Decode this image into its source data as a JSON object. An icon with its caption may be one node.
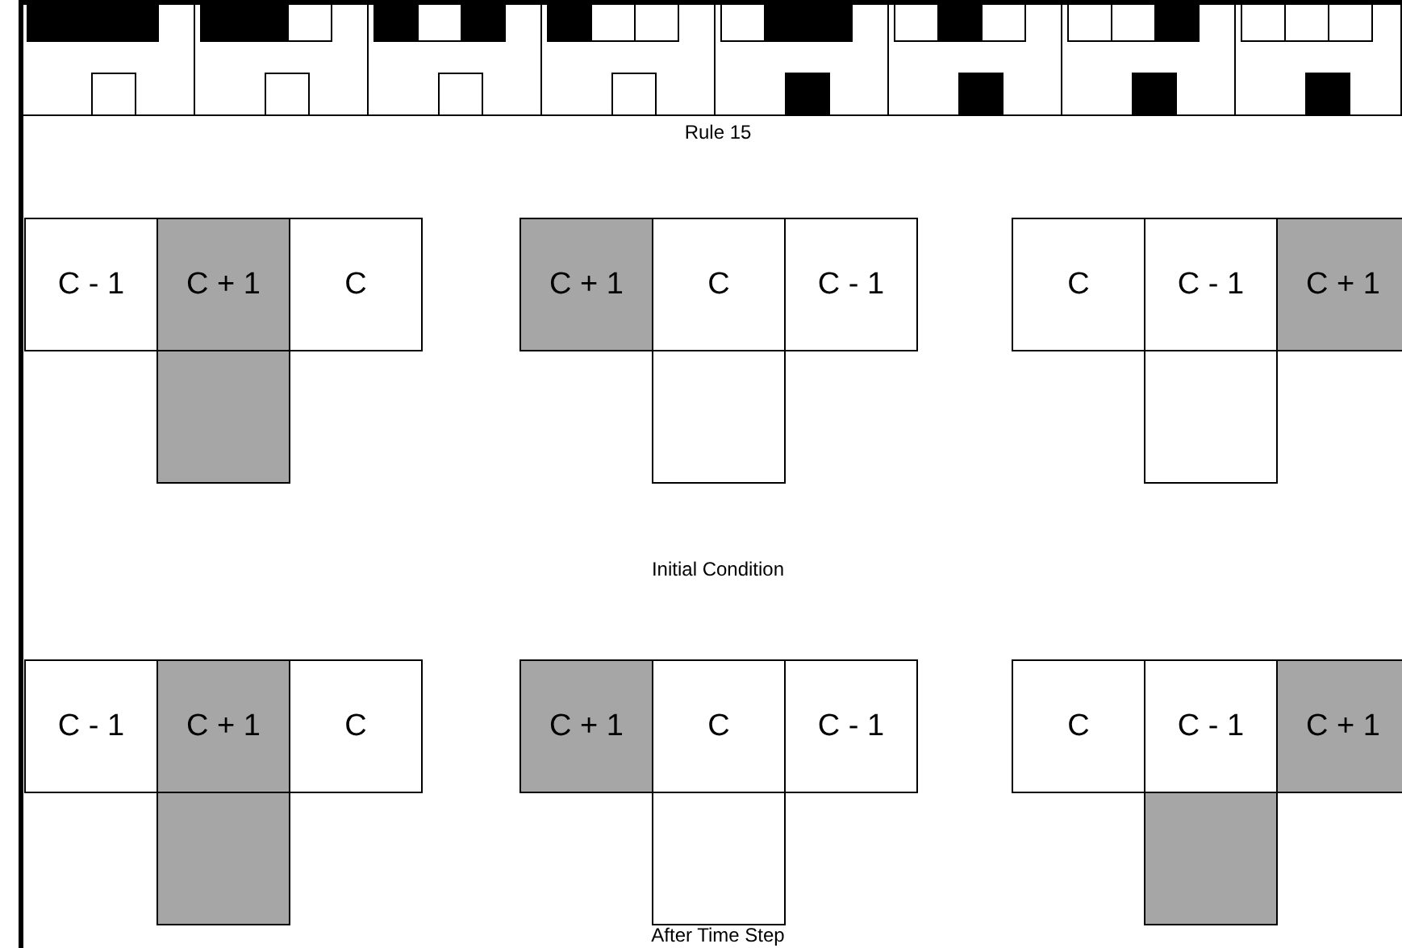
{
  "diagram": {
    "nodes": [
      {
        "text": [
          "C - 1"
        ]
      },
      {
        "text": [
          "C + 1"
        ]
      },
      {
        "text": [
          "C"
        ]
      },
      {
        "text": [],
        "shape": "box"
      },
      {
        "text": [
          "C + 1"
        ]
      },
      {
        "text": [
          "C"
        ]
      },
      {
        "text": [
          "C - 1"
        ]
      },
      {
        "text": [],
        "shape": "box"
      },
      {
        "text": [
          "C"
        ]
      },
      {
        "text": [
          "C - 1"
        ]
      },
      {
        "text": [
          "C + 1"
        ]
      },
      {
        "text": [],
        "shape": "box"
      },
      {
        "text": [
          "C - 1"
        ]
      },
      {
        "text": [
          "C + 1"
        ]
      },
      {
        "text": [
          "C"
        ]
      },
      {
        "text": [],
        "shape": "box"
      },
      {
        "text": [
          "C + 1"
        ]
      },
      {
        "text": [
          "C"
        ]
      },
      {
        "text": [
          "C - 1"
        ]
      },
      {
        "text": [],
        "shape": "box"
      },
      {
        "text": [
          "C"
        ]
      },
      {
        "text": [
          "C - 1"
        ]
      },
      {
        "text": [
          "C + 1"
        ]
      },
      {
        "text": [],
        "shape": "box"
      }
    ],
    "labels": [
      "Rule 15",
      "Initial Condition",
      "After Time Step"
    ]
  }
}
